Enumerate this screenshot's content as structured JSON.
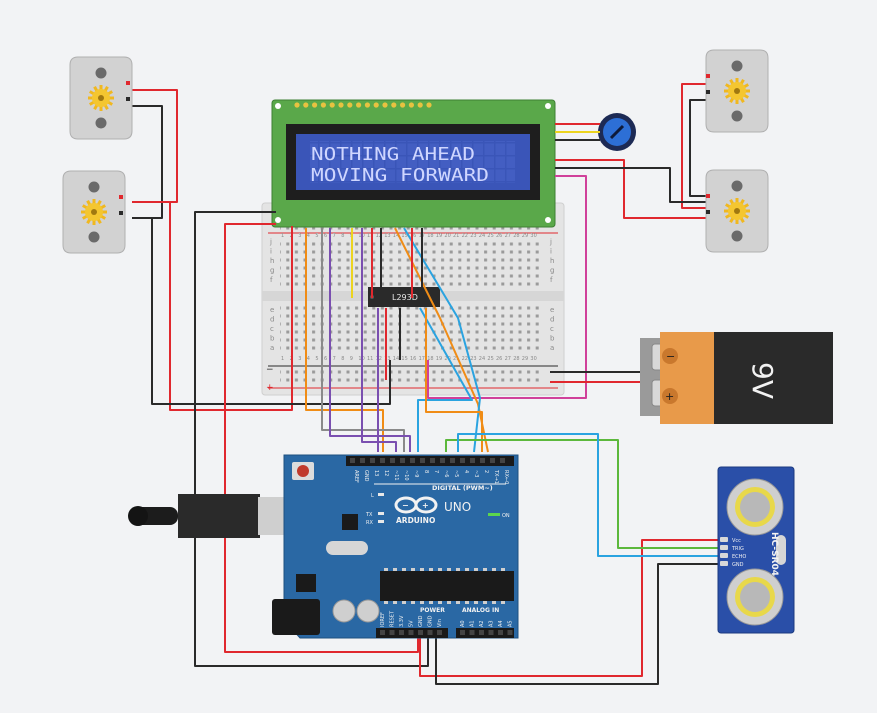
{
  "lcd": {
    "line1": "NOTHING AHEAD",
    "line2": "MOVING FORWARD"
  },
  "driver_chip": {
    "label": "L293D"
  },
  "battery": {
    "label": "9V",
    "minus": "−",
    "plus": "+"
  },
  "arduino": {
    "logo": "ARDUINO",
    "model": "UNO",
    "digital_label": "DIGITAL (PWM~)",
    "power_label": "POWER",
    "analog_label": "ANALOG IN",
    "on_label": "ON",
    "tx_label": "TX",
    "rx_label": "RX",
    "l_label": "L",
    "top_pins": [
      "AREF",
      "GND",
      "13",
      "12",
      "~11",
      "~10",
      "~9",
      "8",
      "7",
      "~6",
      "~5",
      "4",
      "~3",
      "2",
      "TX→1",
      "RX←0"
    ],
    "power_pins": [
      "IOREF",
      "RESET",
      "3.3V",
      "5V",
      "GND",
      "GND",
      "Vin"
    ],
    "analog_pins": [
      "A0",
      "A1",
      "A2",
      "A3",
      "A4",
      "A5"
    ]
  },
  "sensor": {
    "model": "HC-SR04",
    "pins": [
      "Vcc",
      "TRIG",
      "ECHO",
      "GND"
    ]
  },
  "breadboard": {
    "row_letters_top": [
      "j",
      "i",
      "h",
      "g",
      "f"
    ],
    "row_letters_bottom": [
      "e",
      "d",
      "c",
      "b",
      "a"
    ],
    "column_numbers": [
      "1",
      "2",
      "3",
      "4",
      "5",
      "6",
      "7",
      "8",
      "9",
      "10",
      "11",
      "12",
      "13",
      "14",
      "15",
      "16",
      "17",
      "18",
      "19",
      "20",
      "21",
      "22",
      "23",
      "24",
      "25",
      "26",
      "27",
      "28",
      "29",
      "30"
    ]
  },
  "colors": {
    "red": "#e0282e",
    "black": "#2a2a2a",
    "orange": "#f08c16",
    "blue": "#2aa3e0",
    "green": "#5cb83c",
    "purple": "#7a4fb0",
    "magenta": "#d0409a",
    "gray": "#8a8a8a",
    "yellow": "#ecd41e",
    "board_blue": "#2a68a4",
    "lcd_green": "#5aa84a",
    "lcd_screen": "#3a55b8",
    "lcd_text": "#cfd6ff"
  }
}
